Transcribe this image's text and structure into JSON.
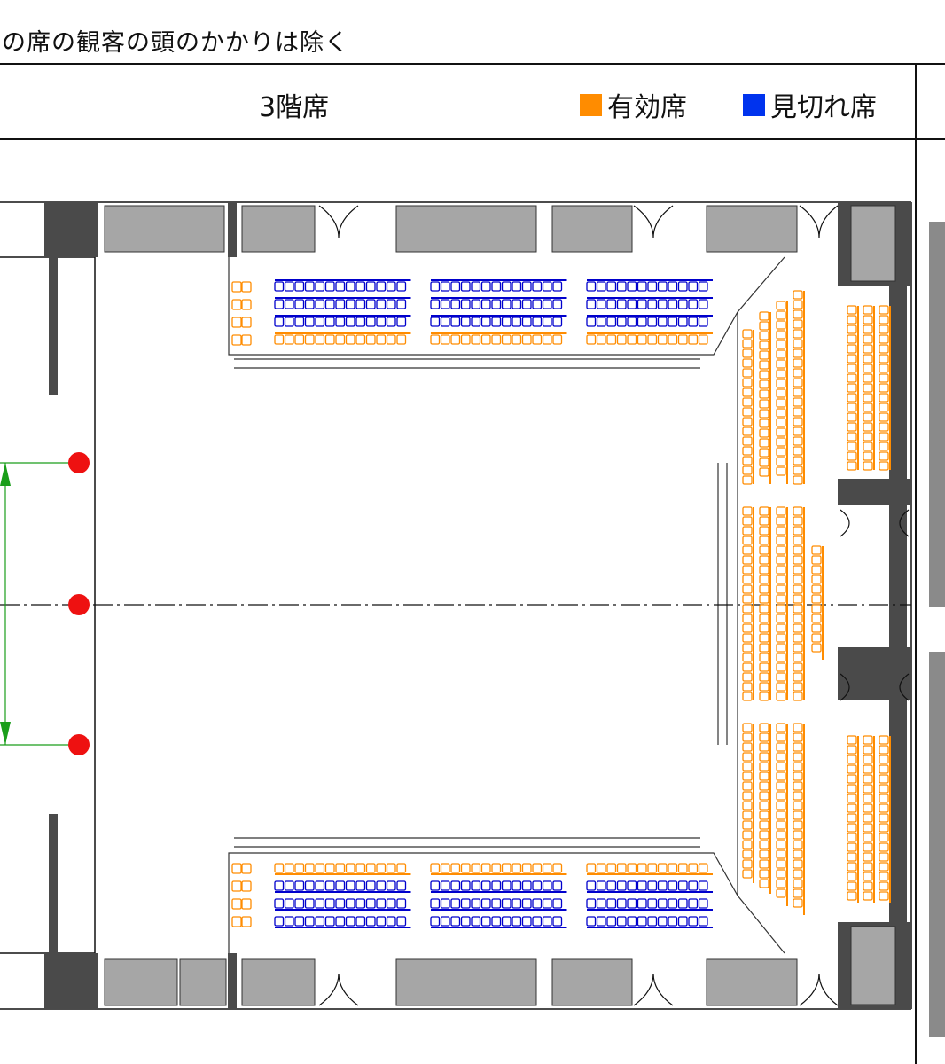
{
  "header": {
    "note": "の席の観客の頭のかかりは除く",
    "floor_title": "3階席"
  },
  "legend": {
    "valid": {
      "label": "有効席",
      "color": "#ff8c00"
    },
    "obstructed": {
      "label": "見切れ席",
      "color": "#0033ee"
    }
  },
  "colors": {
    "wall": "#a6a6a6",
    "wall_dark": "#4a4a4a",
    "seat_orange": "#ff8c00",
    "seat_blue": "#0000cc",
    "marker_red": "#ee1111",
    "dimension_green": "#1a9e1a"
  },
  "seating": {
    "top_rows": [
      "obstructed",
      "obstructed",
      "obstructed",
      "valid"
    ],
    "bottom_rows": [
      "valid",
      "obstructed",
      "obstructed",
      "obstructed"
    ],
    "block_seats": [
      13,
      13,
      12
    ]
  },
  "markers": {
    "count": 3
  }
}
